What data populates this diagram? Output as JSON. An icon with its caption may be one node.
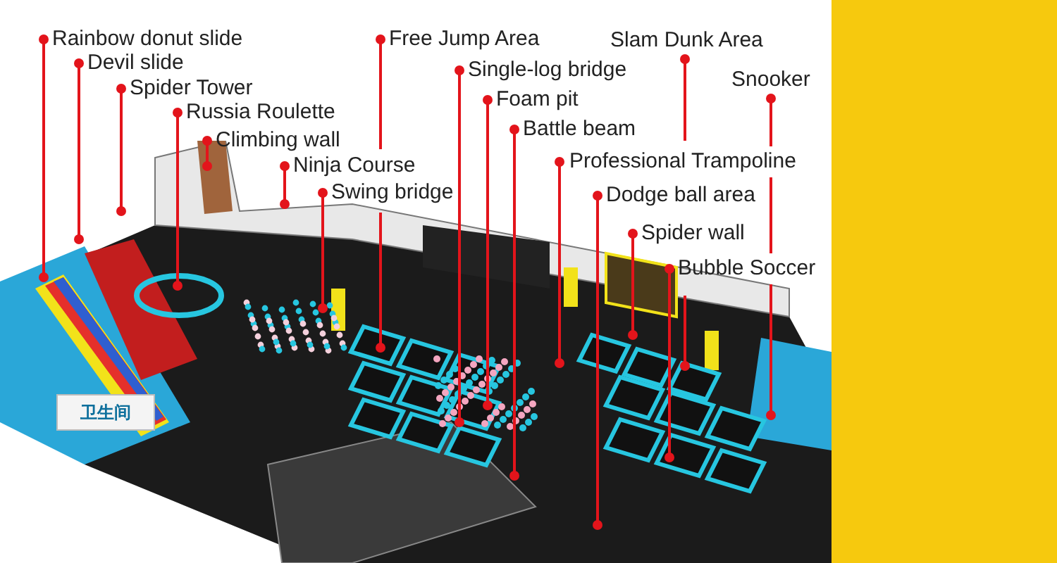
{
  "diagram": {
    "nodes": [
      {
        "text": [
          "Rainbow donut slide"
        ]
      },
      {
        "text": [
          "Free Jump Area"
        ]
      },
      {
        "text": [
          "Slam Dunk Area"
        ]
      },
      {
        "text": [
          "Devil slide"
        ]
      },
      {
        "text": [
          "Single-log bridge"
        ]
      },
      {
        "text": [
          "Snooker"
        ]
      },
      {
        "text": [
          "Spider Tower"
        ]
      },
      {
        "text": [
          "Foam pit"
        ]
      },
      {
        "text": [
          "Russia Roulette"
        ]
      },
      {
        "text": [
          "Battle beam"
        ]
      },
      {
        "text": [
          "Climbing wall"
        ]
      },
      {
        "text": [
          "Professional Trampoline"
        ]
      },
      {
        "text": [
          "Ninja Course"
        ]
      },
      {
        "text": [
          "Swing bridge"
        ]
      },
      {
        "text": [
          "Dodge ball area"
        ]
      },
      {
        "text": [
          "Spider wall"
        ]
      },
      {
        "text": [
          "Bubble Soccer"
        ]
      }
    ],
    "edges": [
      {
        "from": 0,
        "to": null,
        "arrow": "other"
      },
      {
        "from": 1,
        "to": null,
        "arrow": "other"
      },
      {
        "from": 2,
        "to": null,
        "arrow": "other"
      },
      {
        "from": 3,
        "to": null,
        "arrow": "other"
      },
      {
        "from": 4,
        "to": null,
        "arrow": "other"
      },
      {
        "from": 5,
        "to": null,
        "arrow": "other"
      },
      {
        "from": 6,
        "to": null,
        "arrow": "other"
      },
      {
        "from": 7,
        "to": null,
        "arrow": "other"
      },
      {
        "from": 8,
        "to": null,
        "arrow": "other"
      },
      {
        "from": 9,
        "to": null,
        "arrow": "other"
      },
      {
        "from": 10,
        "to": null,
        "arrow": "other"
      },
      {
        "from": 11,
        "to": null,
        "arrow": "other"
      },
      {
        "from": 12,
        "to": null,
        "arrow": "other"
      },
      {
        "from": 13,
        "to": null,
        "arrow": "other"
      },
      {
        "from": 14,
        "to": null,
        "arrow": "other"
      },
      {
        "from": 15,
        "to": null,
        "arrow": "other"
      },
      {
        "from": 16,
        "to": null,
        "arrow": "other"
      }
    ],
    "labels": [
      "卫生间"
    ]
  }
}
